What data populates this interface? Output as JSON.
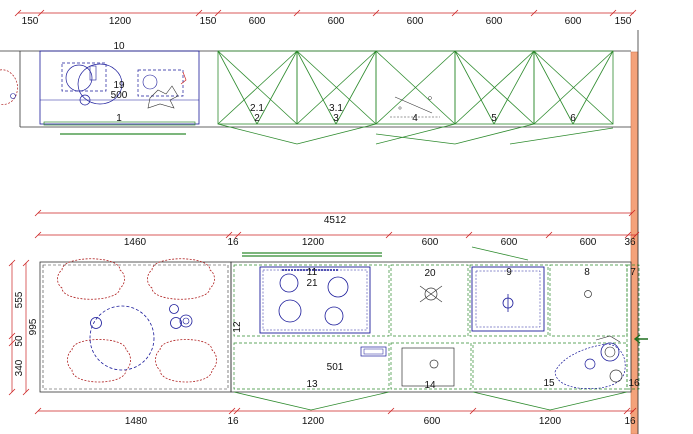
{
  "colors": {
    "dimension": "#cc2222",
    "wall_unit": "#2e8b2e",
    "appliance": "#1a1a9a",
    "chair": "#b02020",
    "wall": "#f4a27a",
    "outline": "#333333"
  },
  "top_dimensions": [
    "150",
    "1200",
    "150",
    "600",
    "600",
    "600",
    "600",
    "600",
    "150"
  ],
  "top_area": {
    "cabinet_label": "10",
    "corner_labels": [
      "19",
      "500"
    ],
    "unit_labels": [
      "1",
      "2.1",
      "2",
      "3.1",
      "3",
      "4",
      "5",
      "6"
    ]
  },
  "overall_dimension": "4512",
  "upper_floor_dimensions": [
    "1460",
    "16",
    "1200",
    "600",
    "600",
    "600",
    "36"
  ],
  "left_dimensions": [
    "555",
    "995",
    "50",
    "340"
  ],
  "bottom_area": {
    "hob_labels": [
      "11",
      "21"
    ],
    "module_labels": [
      "20",
      "9",
      "8",
      "7",
      "12",
      "501",
      "13",
      "14",
      "15",
      "16"
    ]
  },
  "bottom_dimensions": [
    "1480",
    "16",
    "1200",
    "600",
    "1200",
    "16"
  ]
}
